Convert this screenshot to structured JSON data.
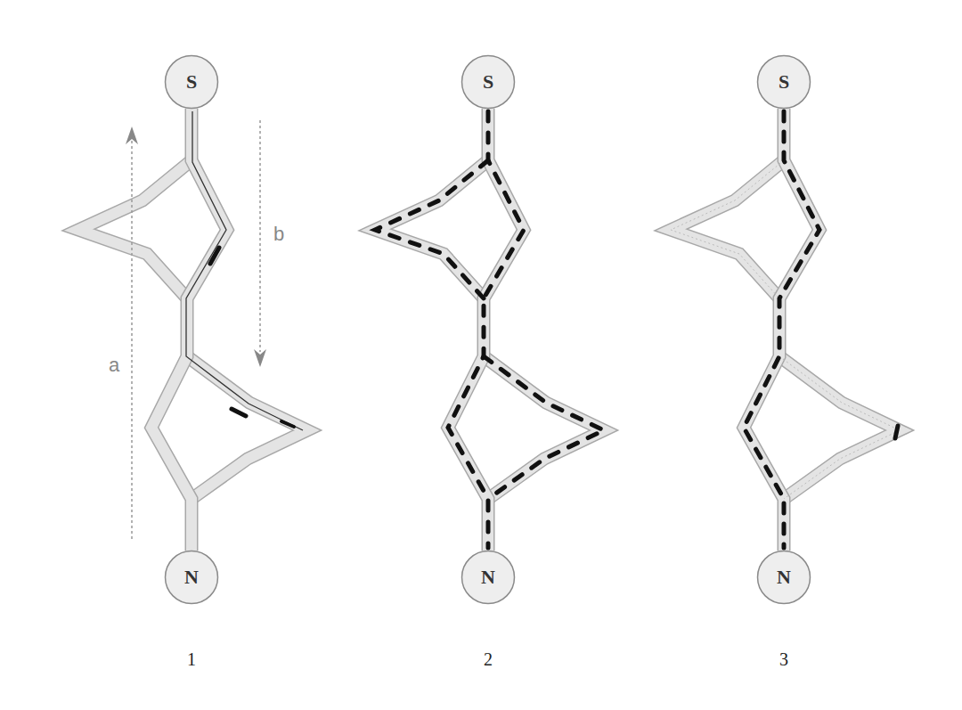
{
  "diagram": {
    "nodes": [
      {
        "text": [
          "S"
        ]
      },
      {
        "text": [
          "N"
        ]
      },
      {
        "text": [
          "S"
        ]
      },
      {
        "text": [
          "N"
        ]
      },
      {
        "text": [
          "S"
        ]
      },
      {
        "text": [
          "N"
        ]
      }
    ],
    "edges": [
      {
        "from": 0,
        "to": 1,
        "arrow": "none"
      },
      {
        "from": 2,
        "to": 3,
        "arrow": "none"
      },
      {
        "from": 4,
        "to": 5,
        "arrow": "none"
      }
    ],
    "labels": [
      "a",
      "b",
      "1",
      "2",
      "3"
    ]
  }
}
